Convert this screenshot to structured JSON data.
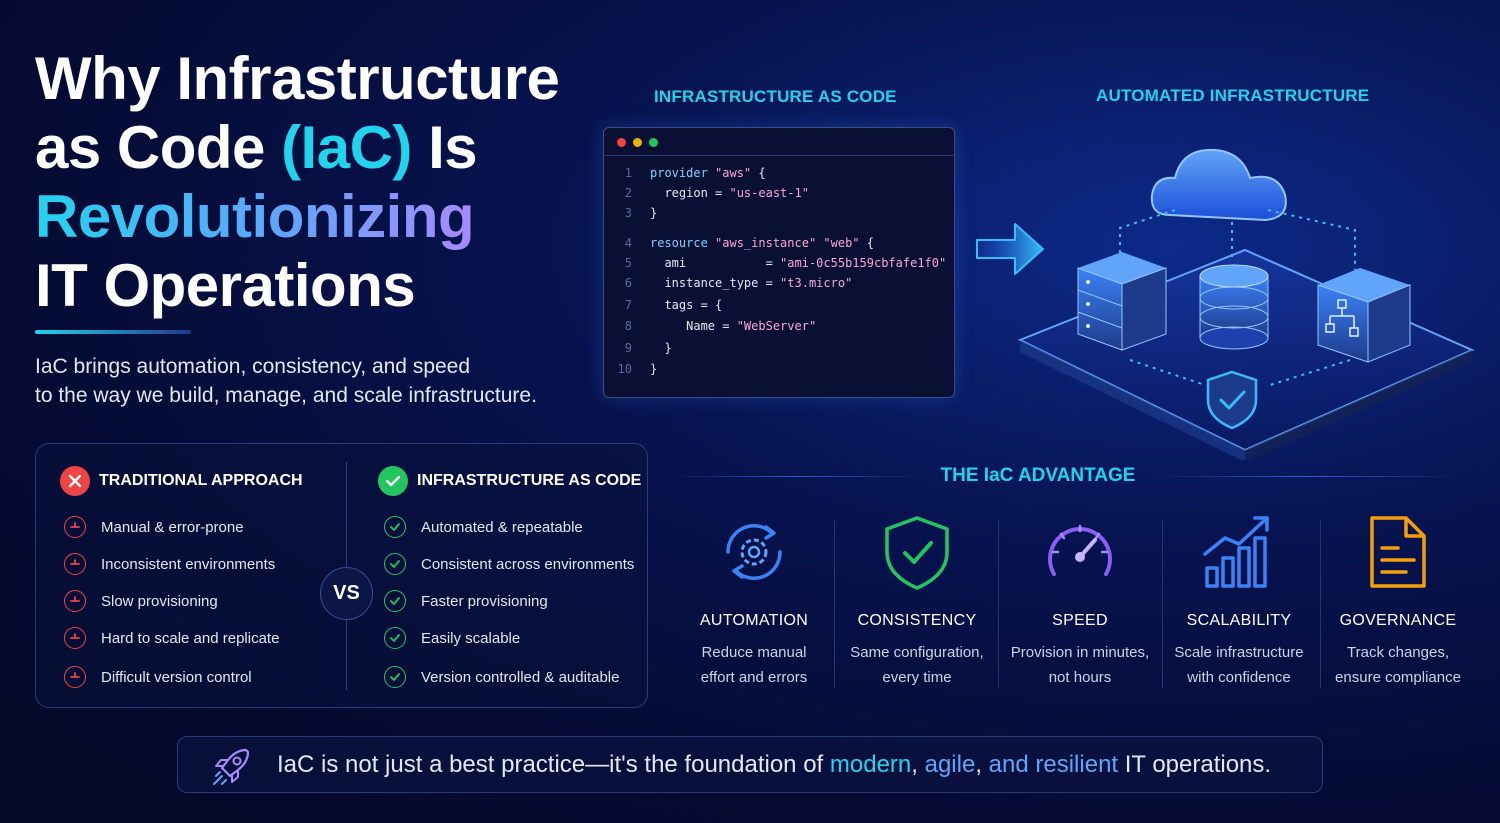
{
  "title": {
    "line1": "Why Infrastructure",
    "line2_a": "as Code ",
    "line2_b": "(IaC)",
    "line2_c": " Is",
    "line3": "Revolutionizing",
    "line4": "IT Operations"
  },
  "subtitle": {
    "line1": "IaC brings automation, consistency, and speed",
    "line2": "to the way we build, manage, and scale infrastructure."
  },
  "code_panel": {
    "label": "INFRASTRUCTURE AS CODE",
    "lines": [
      {
        "n": "1",
        "text": "provider \"aws\" {"
      },
      {
        "n": "2",
        "text": "  region = \"us-east-1\""
      },
      {
        "n": "3",
        "text": "}"
      },
      {
        "n": "4",
        "text": "resource \"aws_instance\" \"web\" {"
      },
      {
        "n": "5",
        "text": "  ami           = \"ami-0c55b159cbfafe1f0\""
      },
      {
        "n": "6",
        "text": "  instance_type = \"t3.micro\""
      },
      {
        "n": "7",
        "text": "  tags = {"
      },
      {
        "n": "8",
        "text": "     Name = \"WebServer\""
      },
      {
        "n": "9",
        "text": "  }"
      },
      {
        "n": "10",
        "text": "}"
      }
    ]
  },
  "automated_label": "AUTOMATED INFRASTRUCTURE",
  "comparison": {
    "traditional": {
      "heading": "TRADITIONAL APPROACH",
      "items": [
        "Manual & error-prone",
        "Inconsistent environments",
        "Slow provisioning",
        "Hard to scale and replicate",
        "Difficult version control"
      ]
    },
    "vs": "VS",
    "iac": {
      "heading": "INFRASTRUCTURE AS CODE",
      "items": [
        "Automated & repeatable",
        "Consistent across environments",
        "Faster provisioning",
        "Easily scalable",
        "Version controlled & auditable"
      ]
    }
  },
  "advantage": {
    "title": "THE IaC ADVANTAGE",
    "items": [
      {
        "name": "AUTOMATION",
        "desc1": "Reduce manual",
        "desc2": "effort and errors"
      },
      {
        "name": "CONSISTENCY",
        "desc1": "Same configuration,",
        "desc2": "every time"
      },
      {
        "name": "SPEED",
        "desc1": "Provision in minutes,",
        "desc2": "not hours"
      },
      {
        "name": "SCALABILITY",
        "desc1": "Scale infrastructure",
        "desc2": "with confidence"
      },
      {
        "name": "GOVERNANCE",
        "desc1": "Track changes,",
        "desc2": "ensure compliance"
      }
    ]
  },
  "banner": {
    "p1": "IaC is not just a best practice—it's the foundation of ",
    "h1": "modern",
    "p2": ", ",
    "h2": "agile",
    "p3": ", ",
    "h3": "and resilient",
    "p4": " IT operations."
  },
  "colors": {
    "accent_cyan": "#22d3ee",
    "accent_blue": "#60a5fa",
    "bad_red": "#ef4444",
    "good_green": "#22c55e"
  }
}
